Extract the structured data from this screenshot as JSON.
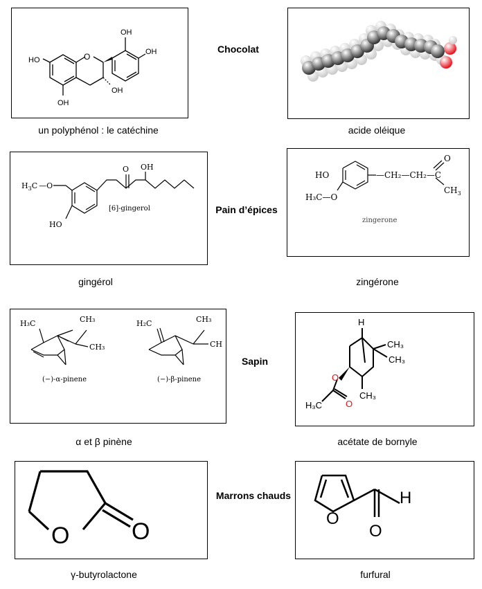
{
  "categories": {
    "chocolate": "Chocolat",
    "gingerbread": "Pain d’épices",
    "fir": "Sapin",
    "chestnuts": "Marrons chauds"
  },
  "captions": {
    "catechin": "un polyphénol : le catéchine",
    "oleic": "acide oléique",
    "gingerol": "gingérol",
    "zingerone": "zingérone",
    "pinene": "α et β pinène",
    "bornyl": "acétate de bornyle",
    "butyrolactone": "γ-butyrolactone",
    "furfural": "furfural"
  },
  "structures": {
    "catechin": {
      "oh_top": "OH",
      "oh_right": "OH",
      "oh_left": "HO",
      "oh_mid": "OH",
      "oh_bottom": "OH",
      "ring_o": "O"
    },
    "gingerol": {
      "h3c": "H",
      "sub3": "3",
      "c": "C",
      "ketone_o": "O",
      "oh": "OH",
      "oh_bottom": "HO",
      "label": "[6]-gingerol"
    },
    "zingerone": {
      "ho": "HO",
      "h3co": "H₃C—O",
      "chain": "—CH₂—CH₂—C",
      "o": "O",
      "ch3": "CH",
      "ch3_sub": "3",
      "label": "zingerone"
    },
    "alpha_pinene": {
      "h3c": "H₃C",
      "ch3_a": "CH₃",
      "ch3_b": "CH₃",
      "label": "(−)-α-pinene"
    },
    "beta_pinene": {
      "h2c": "H₂C",
      "ch3_a": "CH₃",
      "ch": "CH",
      "label": "(−)-β-pinene"
    },
    "bornyl": {
      "h": "H",
      "ch3_a": "CH₃",
      "ch3_b": "CH₃",
      "ch3_c": "CH₃",
      "h3c": "H₃C",
      "o": "O"
    },
    "butyrolactone": {
      "o_ring": "O",
      "o_carbonyl": "O"
    },
    "furfural": {
      "o_ring": "O",
      "o_carbonyl": "O",
      "h": "H"
    }
  },
  "colors": {
    "oxygen": "#e8101a",
    "carbon": "#333333",
    "hydrogen": "#f0f0f0"
  }
}
